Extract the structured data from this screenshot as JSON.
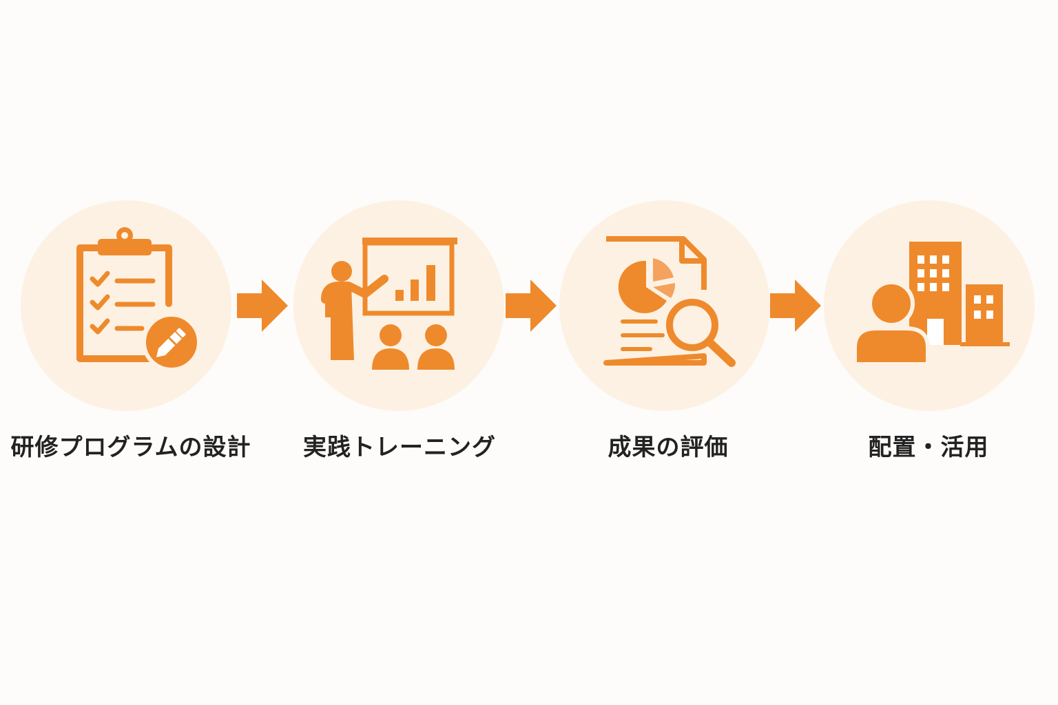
{
  "colors": {
    "accent": "#EE8A2C",
    "circle_background": "#FDF1E3",
    "label_text": "#222222",
    "page_background": "#FDFCFA"
  },
  "steps": [
    {
      "label": "研修プログラムの設計",
      "icon": "clipboard-pencil-icon"
    },
    {
      "label": "実践トレーニング",
      "icon": "presenter-chart-audience-icon"
    },
    {
      "label": "成果の評価",
      "icon": "report-magnifier-icon"
    },
    {
      "label": "配置・活用",
      "icon": "person-building-icon"
    }
  ],
  "connectors": [
    "right-arrow-icon",
    "right-arrow-icon",
    "right-arrow-icon"
  ]
}
